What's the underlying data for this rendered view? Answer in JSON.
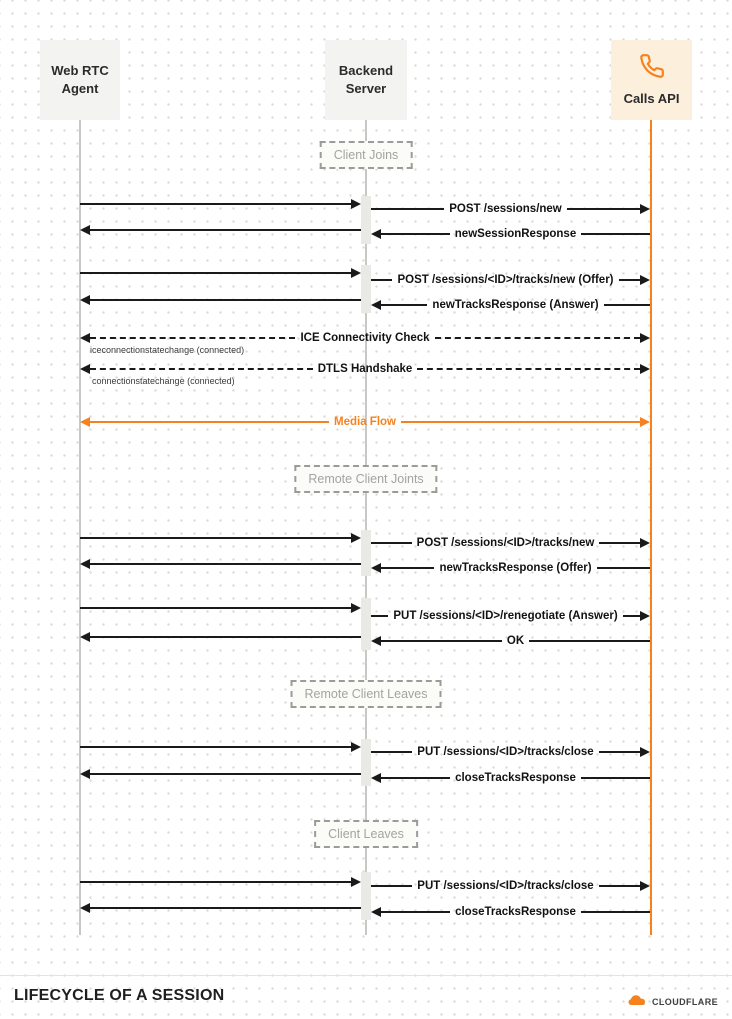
{
  "actors": {
    "agent": {
      "line1": "Web RTC",
      "line2": "Agent"
    },
    "backend": {
      "line1": "Backend",
      "line2": "Server"
    },
    "calls": {
      "label": "Calls API",
      "icon": "phone-icon"
    }
  },
  "groups": [
    {
      "label": "Client Joins"
    },
    {
      "label": "Remote Client Joints"
    },
    {
      "label": "Remote Client Leaves"
    },
    {
      "label": "Client Leaves"
    }
  ],
  "messages": [
    {
      "label": "POST /sessions/new"
    },
    {
      "label": "newSessionResponse"
    },
    {
      "label": "POST /sessions/<ID>/tracks/new (Offer)"
    },
    {
      "label": "newTracksResponse (Answer)"
    },
    {
      "label": "ICE Connectivity Check",
      "sub": "iceconnectionstatechange (connected)"
    },
    {
      "label": "DTLS Handshake",
      "sub": "connectionstatechange (connected)"
    },
    {
      "label": "Media Flow"
    },
    {
      "label": "POST /sessions/<ID>/tracks/new"
    },
    {
      "label": "newTracksResponse (Offer)"
    },
    {
      "label": "PUT /sessions/<ID>/renegotiate (Answer)"
    },
    {
      "label": "OK"
    },
    {
      "label": "PUT /sessions/<ID>/tracks/close"
    },
    {
      "label": "closeTracksResponse"
    },
    {
      "label": "PUT /sessions/<ID>/tracks/close"
    },
    {
      "label": "closeTracksResponse"
    }
  ],
  "footer": {
    "title": "LIFECYCLE OF A SESSION",
    "brand": "CLOUDFLARE",
    "logo_icon": "cloudflare-cloud-icon"
  },
  "colors": {
    "accent": "#f6821f",
    "arrow": "#1a1a1a",
    "lifeline": "#c7c7c5",
    "group_text": "#a3a3a0"
  }
}
